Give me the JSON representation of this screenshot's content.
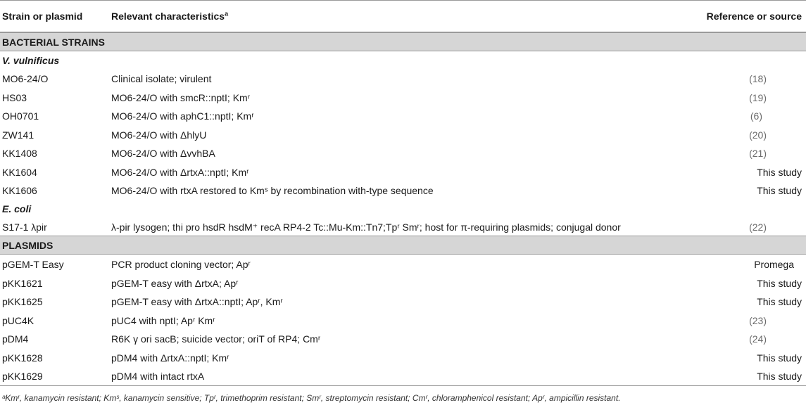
{
  "header": {
    "col1": "Strain or plasmid",
    "col2": "Relevant characteristics",
    "col2_sup": "a",
    "col3": "Reference or source"
  },
  "sections": {
    "bacterial": "BACTERIAL STRAINS",
    "vvulnificus": "V. vulnificus",
    "ecoli": "E. coli",
    "plasmids": "PLASMIDS"
  },
  "rows": [
    {
      "name": "MO6-24/O",
      "desc": "Clinical isolate; virulent",
      "ref": "(18)"
    },
    {
      "name": "HS03",
      "desc": "MO6-24/O with smcR::nptI; Kmʳ",
      "ref": "(19)"
    },
    {
      "name": "OH0701",
      "desc": "MO6-24/O with aphC1::nptI; Kmʳ",
      "ref": "(6)"
    },
    {
      "name": "ZW141",
      "desc": "MO6-24/O with ΔhlyU",
      "ref": "(20)"
    },
    {
      "name": "KK1408",
      "desc": "MO6-24/O with ΔvvhBA",
      "ref": "(21)"
    },
    {
      "name": "KK1604",
      "desc": "MO6-24/O with ΔrtxA::nptI; Kmʳ",
      "ref": "This study"
    },
    {
      "name": "KK1606",
      "desc": "MO6-24/O with rtxA restored to Kmˢ by recombination with-type sequence",
      "ref": "This study"
    },
    {
      "name": "S17-1 λpir",
      "desc": "λ-pir lysogen; thi pro hsdR hsdM⁺ recA RP4-2 Tc::Mu-Km::Tn7;Tpʳ Smʳ; host for π-requiring plasmids; conjugal donor",
      "ref": "(22)"
    },
    {
      "name": "pGEM-T Easy",
      "desc": "PCR product cloning vector; Apʳ",
      "ref": "Promega"
    },
    {
      "name": "pKK1621",
      "desc": "pGEM-T easy with ΔrtxA; Apʳ",
      "ref": "This study"
    },
    {
      "name": "pKK1625",
      "desc": "pGEM-T easy with ΔrtxA::nptI; Apʳ, Kmʳ",
      "ref": "This study"
    },
    {
      "name": "pUC4K",
      "desc": "pUC4 with nptI; Apʳ Kmʳ",
      "ref": "(23)"
    },
    {
      "name": "pDM4",
      "desc": "R6K γ ori sacB; suicide vector; oriT of RP4; Cmʳ",
      "ref": "(24)"
    },
    {
      "name": "pKK1628",
      "desc": "pDM4 with ΔrtxA::nptI; Kmʳ",
      "ref": "This study"
    },
    {
      "name": "pKK1629",
      "desc": "pDM4 with intact rtxA",
      "ref": "This study"
    }
  ],
  "footnote": "ᵃKmʳ, kanamycin resistant; Kmˢ, kanamycin sensitive; Tpʳ, trimethoprim resistant; Smʳ, streptomycin resistant; Cmʳ, chloramphenicol resistant; Apʳ, ampicillin resistant."
}
